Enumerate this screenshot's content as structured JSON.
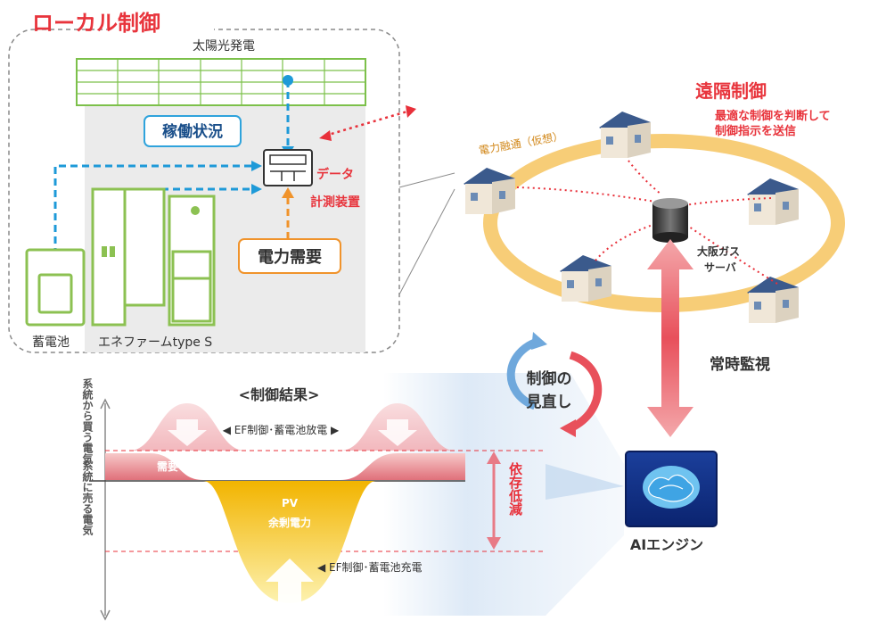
{
  "local": {
    "title": "ローカル制御",
    "solar_label": "太陽光発電",
    "status_box": "稼働状況",
    "device_label_line1": "データ",
    "device_label_line2": "計測装置",
    "demand_box": "電力需要",
    "battery_label": "蓄電池",
    "enefarm_label": "エネファームtype S"
  },
  "remote": {
    "title": "遠隔制御",
    "desc_line1": "最適な制御を判断して",
    "desc_line2": "制御指示を送信",
    "sharing_label": "電力融通（仮想）",
    "server_line1": "大阪ガス",
    "server_line2": "サーバ"
  },
  "monitor_label": "常時監視",
  "review_line1": "制御の",
  "review_line2": "見直し",
  "ai_label": "AIエンジン",
  "result": {
    "title": "<制御結果>",
    "buy_axis_label": "系統から買う電気",
    "sell_axis_label": "系統に売る電気",
    "discharge_label": "◀ EF制御･蓄電池放電 ▶",
    "demand_label": "需要",
    "pv_line1": "PV",
    "pv_line2": "余剰電力",
    "charge_label": "◀ EF制御･蓄電池充電",
    "dependency_label": "依存低減"
  }
}
